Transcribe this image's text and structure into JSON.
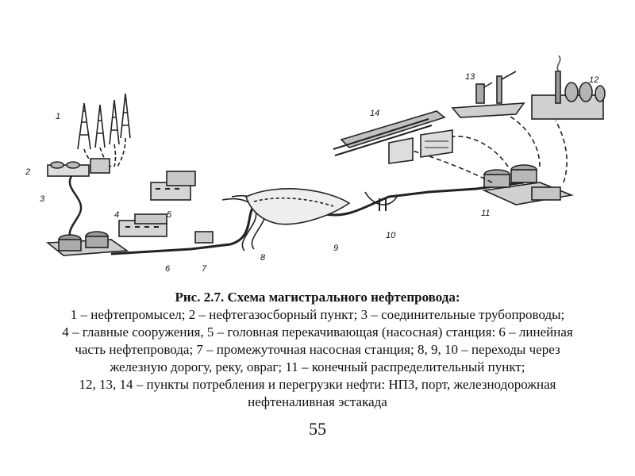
{
  "figure": {
    "labels": [
      "1",
      "2",
      "3",
      "4",
      "5",
      "6",
      "7",
      "8",
      "9",
      "10",
      "11",
      "12",
      "13",
      "14"
    ]
  },
  "caption": {
    "title": "Рис. 2.7. Схема магистрального нефтепровода:",
    "lines": [
      "1 – нефтепромысел; 2 – нефтегазосборный пункт; 3 – соединительные трубопроводы;",
      "4 – главные сооружения, 5 – головная перекачивающая (насосная) станция: 6 – линейная",
      "часть нефтепровода; 7 – промежуточная насосная станция; 8, 9, 10 – переходы через",
      "железную дорогу, реку, овраг; 11 – конечный распределительный пункт;",
      "12, 13, 14 – пункты потребления и перегрузки нефти: НПЗ, порт, железнодорожная",
      "нефтеналивная эстакада"
    ]
  },
  "page_number": "55"
}
